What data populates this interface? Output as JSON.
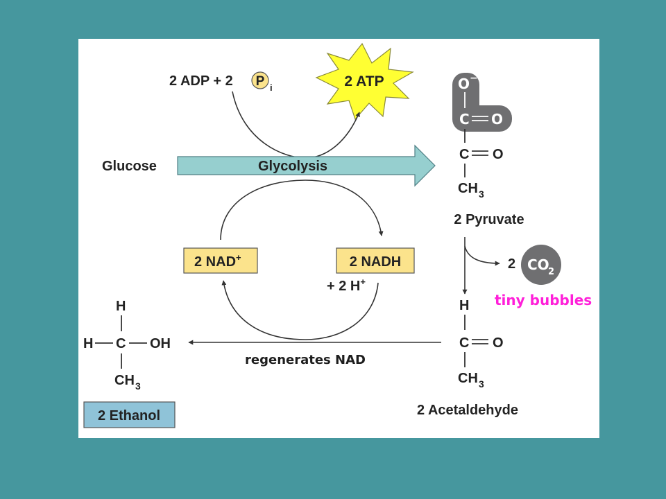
{
  "diagram": {
    "glucose": "Glucose",
    "glycolysis": "Glycolysis",
    "adp_prefix": "2 ADP + 2",
    "phosphate_symbol": "P",
    "phosphate_subscript": "i",
    "atp": "2 ATP",
    "nad_plus": "2 NAD",
    "nad_plus_superscript": "+",
    "nadh": "2 NADH",
    "proton_text": "+ 2 H",
    "proton_superscript": "+",
    "pyruvate_label": "2 Pyruvate",
    "co2_prefix": "2",
    "co2_text": "CO",
    "co2_subscript": "2",
    "tiny_bubbles": "tiny bubbles",
    "acetaldehyde_label": "2 Acetaldehyde",
    "regenerates": "regenerates NAD",
    "ethanol_label": "2 Ethanol",
    "chem": {
      "o_minus": "O",
      "minus": "−",
      "c": "C",
      "o": "O",
      "ch": "CH",
      "three": "3",
      "h": "H",
      "oh": "OH"
    }
  },
  "colors": {
    "background": "#46979e",
    "panel": "#ffffff",
    "glycolysis_arrow": "#96cfcf",
    "atp_star": "#ffff33",
    "nad_box": "#fbe38c",
    "ethanol_box": "#8fc3d8",
    "carboxyl_highlight": "#6f6f71",
    "co2_bubble": "#6f6f71",
    "tiny_bubbles": "#ff1fd9"
  },
  "icons": [
    "atp-star",
    "phosphate-circle",
    "co2-bubble"
  ]
}
